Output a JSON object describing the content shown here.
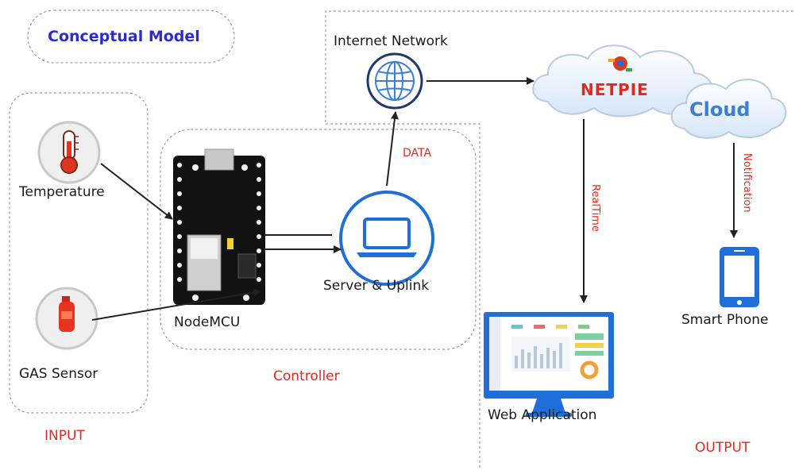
{
  "title": "Conceptual Model",
  "nodes": {
    "temperature": "Temperature",
    "gas_sensor": "GAS Sensor",
    "nodemcu": "NodeMCU",
    "server": "Server & Uplink",
    "internet": "Internet Network",
    "netpie": "NETPIE",
    "cloud": "Cloud",
    "web_app": "Web Application",
    "smart_phone": "Smart Phone"
  },
  "groups": {
    "input": "INPUT",
    "controller": "Controller",
    "output": "OUTPUT"
  },
  "edges": {
    "data": "DATA",
    "realtime": "RealTime",
    "notification": "Notification"
  },
  "colors": {
    "accent_blue": "#1e6fd9",
    "label_red": "#e8281e",
    "title_blue": "#2a2ad8"
  }
}
